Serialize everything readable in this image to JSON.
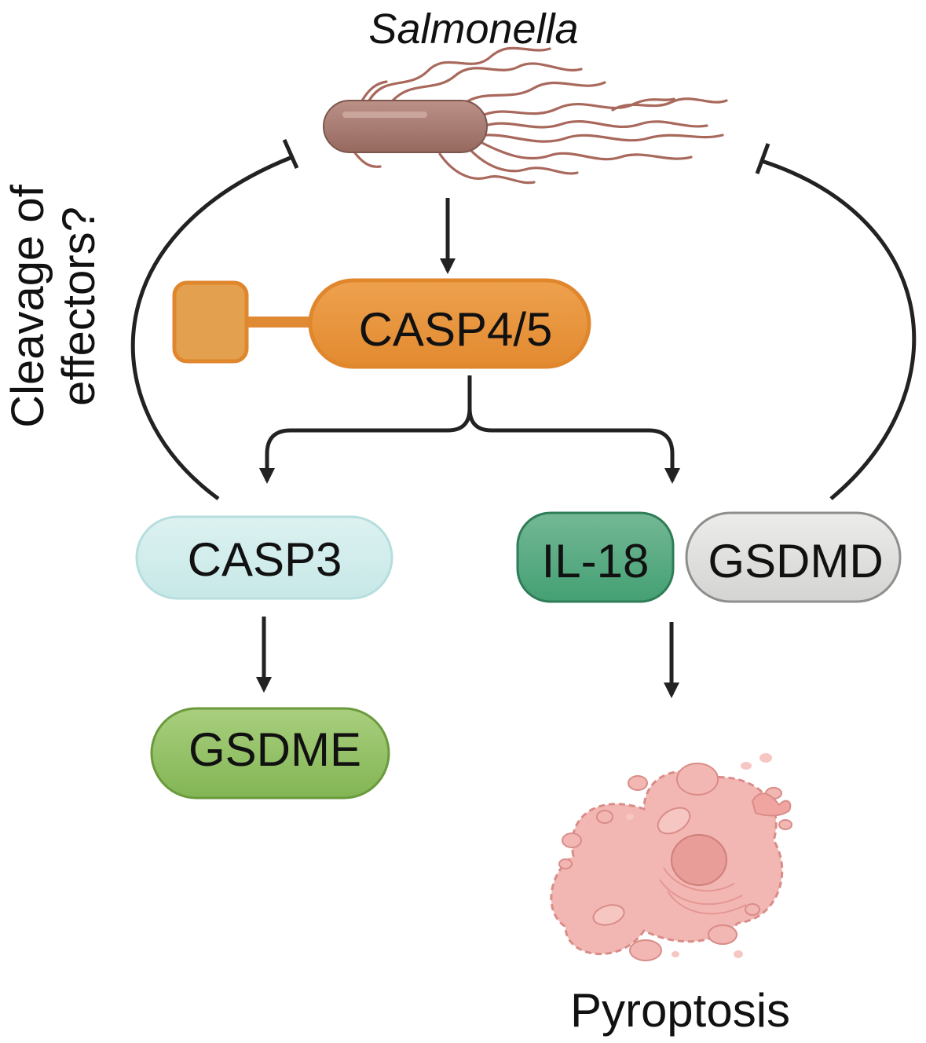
{
  "organism": {
    "label": "Salmonella"
  },
  "side_note": {
    "line1": "Cleavage of",
    "line2": "effectors?"
  },
  "nodes": {
    "casp45": "CASP4/5",
    "casp3": "CASP3",
    "il18": "IL-18",
    "gsdmd": "GSDMD",
    "gsdme": "GSDME"
  },
  "outcome": {
    "label": "Pyroptosis"
  },
  "colors": {
    "bacterium": "#a87c72",
    "flagella": "#a9685c",
    "casp45": "#e8913a",
    "casp3": "#cdeceb",
    "il18": "#4fa77f",
    "gsdmd": "#dededc",
    "gsdme": "#8fbf60",
    "cell": "#f3b7b3",
    "arrow": "#222222"
  }
}
